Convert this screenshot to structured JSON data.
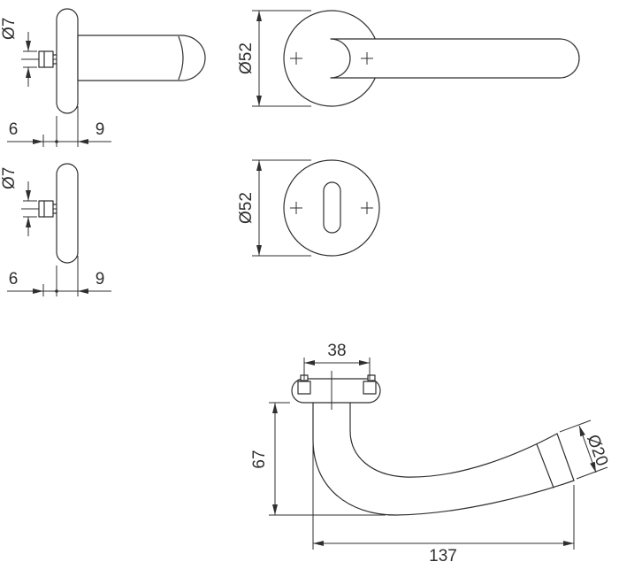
{
  "drawing": {
    "background": "#ffffff",
    "line_color": "#2f2f2f",
    "views": {
      "lever_rose_side": {
        "screw_diameter": "Ø7",
        "dim_six": "6",
        "dim_nine": "9"
      },
      "lever_rose_front": {
        "rose_diameter": "Ø52"
      },
      "key_rose_side": {
        "screw_diameter": "Ø7",
        "dim_six": "6",
        "dim_nine": "9"
      },
      "key_rose_front": {
        "rose_diameter": "Ø52"
      },
      "lever_profile": {
        "screw_spacing": "38",
        "projection": "67",
        "grip_diameter": "Ø20",
        "lever_length": "137"
      }
    }
  }
}
